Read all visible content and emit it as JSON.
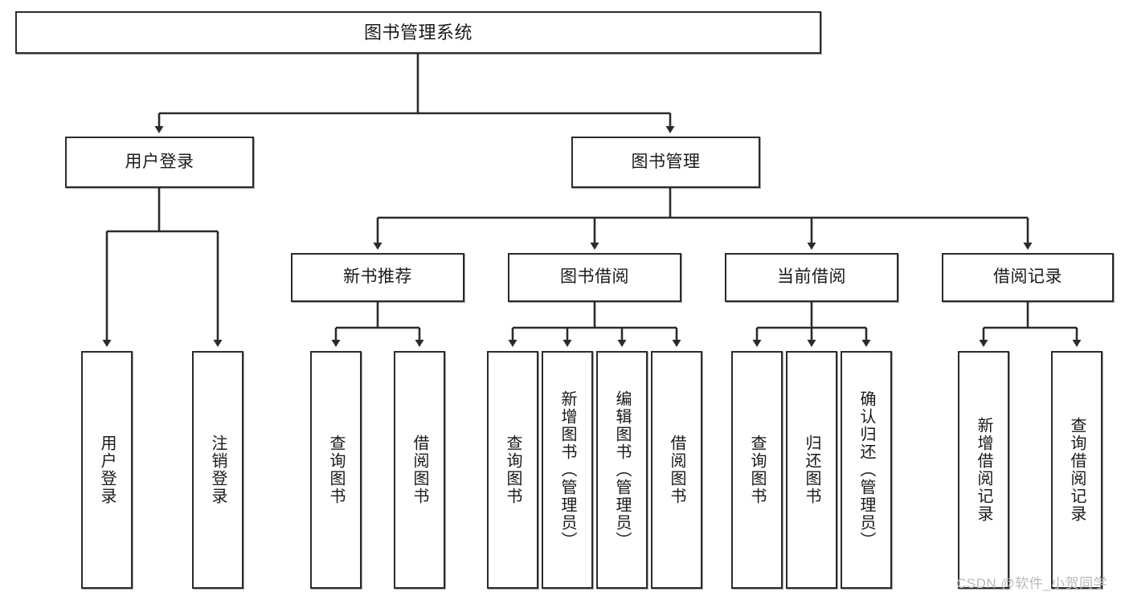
{
  "diagram": {
    "title": "图书管理系统",
    "type": "tree-hierarchy-diagram",
    "root": {
      "id": "root",
      "label": "图书管理系统"
    },
    "level2": [
      {
        "id": "user-login",
        "label": "用户登录"
      },
      {
        "id": "book-manage",
        "label": "图书管理"
      }
    ],
    "level3": [
      {
        "id": "new-book-recommend",
        "label": "新书推荐"
      },
      {
        "id": "book-borrow",
        "label": "图书借阅"
      },
      {
        "id": "current-borrow",
        "label": "当前借阅"
      },
      {
        "id": "borrow-record",
        "label": "借阅记录"
      }
    ],
    "leaves": {
      "user_login": [
        {
          "id": "leaf-user-login",
          "label": "用户登录"
        },
        {
          "id": "leaf-logout-login",
          "label": "注销登录"
        }
      ],
      "new_book_recommend": [
        {
          "id": "leaf-query-book-1",
          "label": "查询图书"
        },
        {
          "id": "leaf-borrow-book-1",
          "label": "借阅图书"
        }
      ],
      "book_borrow": [
        {
          "id": "leaf-query-book-2",
          "label": "查询图书"
        },
        {
          "id": "leaf-add-book",
          "label": "新增图书（管理员）"
        },
        {
          "id": "leaf-edit-book",
          "label": "编辑图书（管理员）"
        },
        {
          "id": "leaf-borrow-book-2",
          "label": "借阅图书"
        }
      ],
      "current_borrow": [
        {
          "id": "leaf-query-book-3",
          "label": "查询图书"
        },
        {
          "id": "leaf-return-book",
          "label": "归还图书"
        },
        {
          "id": "leaf-confirm-return",
          "label": "确认归还（管理员）"
        }
      ],
      "borrow_record": [
        {
          "id": "leaf-add-borrow-record",
          "label": "新增借阅记录"
        },
        {
          "id": "leaf-query-borrow-record",
          "label": "查询借阅记录"
        }
      ]
    }
  },
  "watermark": {
    "text": "CSDN @软件_小贺同学"
  },
  "colors": {
    "stroke": "#2b2b2b",
    "fill": "#ffffff",
    "text": "#1a1a1a",
    "watermark": "#b9b9b9"
  }
}
